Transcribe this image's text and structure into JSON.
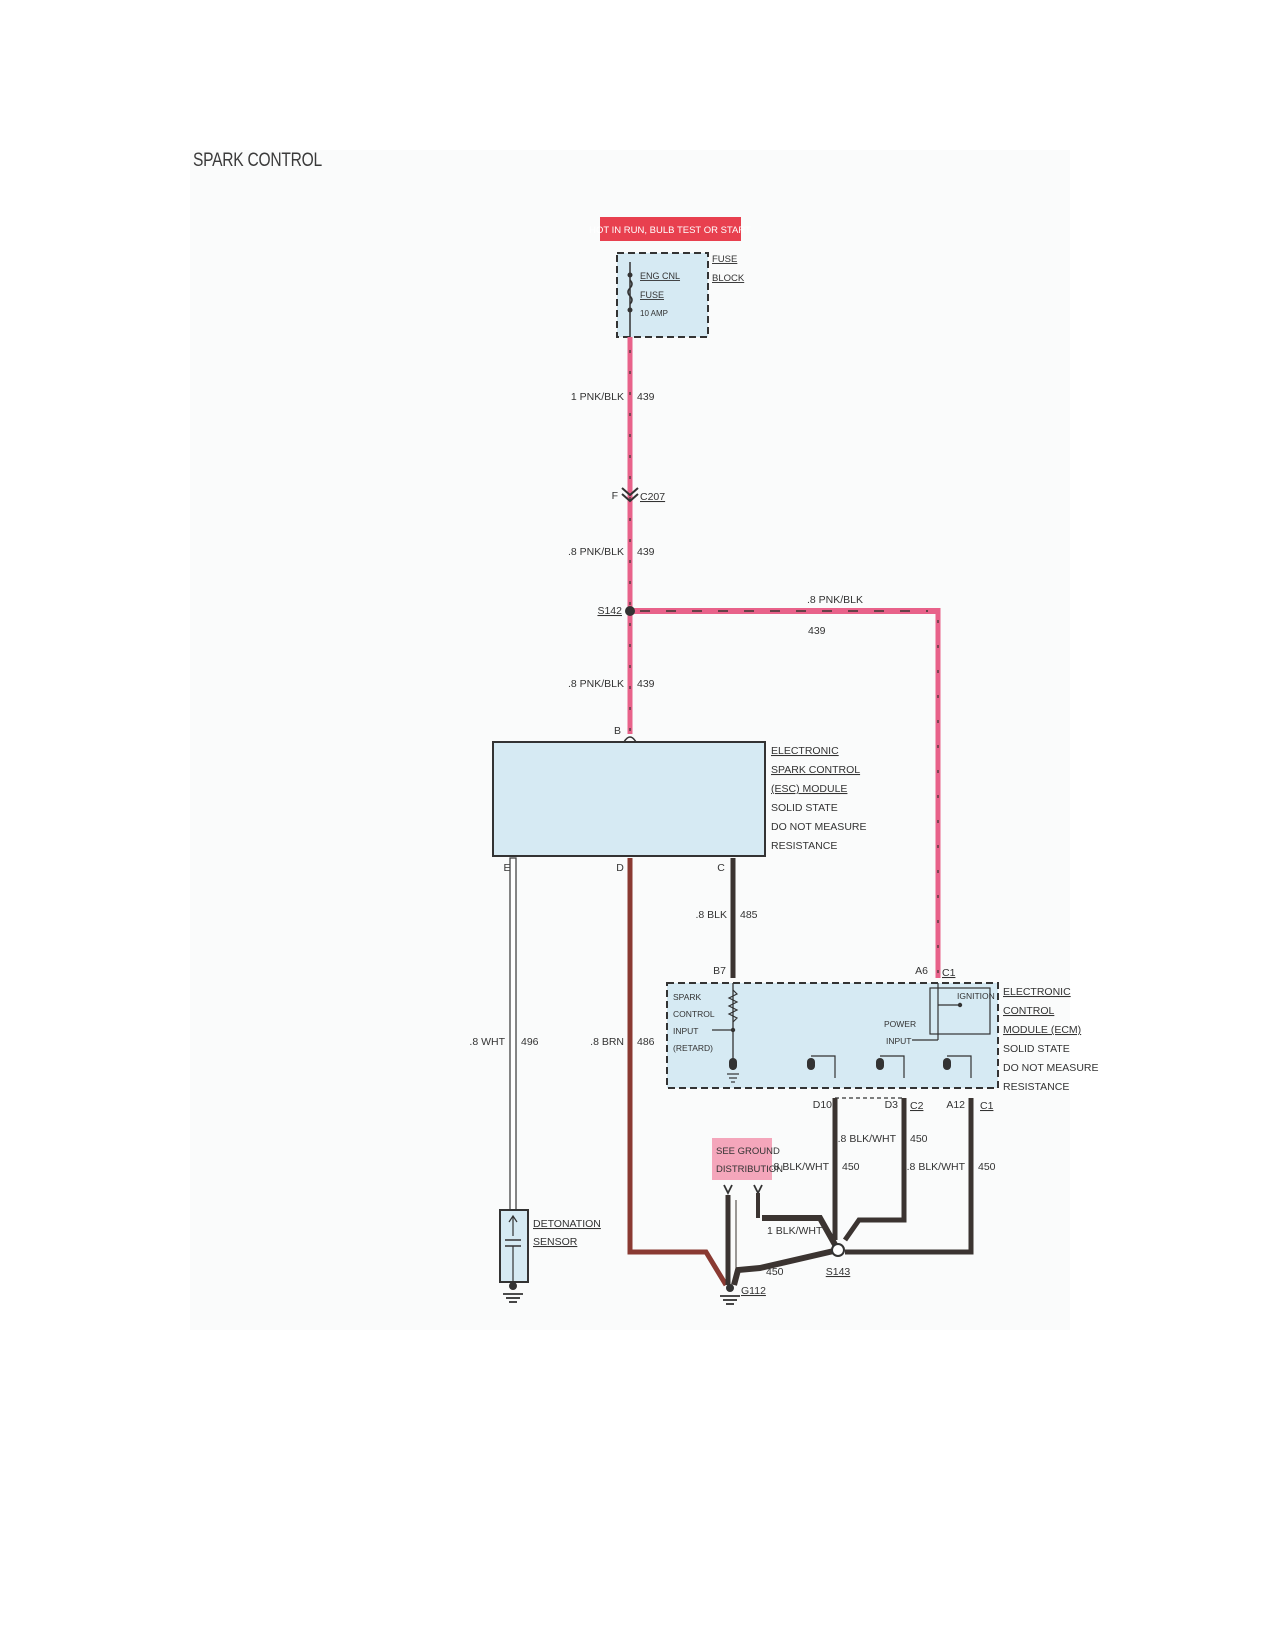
{
  "title": "SPARK CONTROL",
  "hot_banner": "HOT IN RUN, BULB TEST OR START",
  "fuse_block": {
    "label1": "FUSE",
    "label2": "BLOCK",
    "fuse_name1": "ENG CNL",
    "fuse_name2": "FUSE",
    "fuse_rating": "10 AMP"
  },
  "wires": {
    "w1": {
      "gauge": "1 PNK/BLK",
      "circuit": "439"
    },
    "w2": {
      "gauge": ".8 PNK/BLK",
      "circuit": "439"
    },
    "w3": {
      "gauge": ".8 PNK/BLK",
      "circuit": "439"
    },
    "w4": {
      "gauge": ".8 PNK/BLK",
      "circuit": "439"
    },
    "w_esc_c": {
      "gauge": ".8 BLK",
      "circuit": "485"
    },
    "w_esc_e": {
      "gauge": ".8 WHT",
      "circuit": "496"
    },
    "w_esc_d": {
      "gauge": ".8 BRN",
      "circuit": "486"
    },
    "w_d3": {
      "gauge": ".8 BLK/WHT",
      "circuit": "450"
    },
    "w_d10": {
      "gauge": ".8 BLK/WHT",
      "circuit": "450"
    },
    "w_a12": {
      "gauge": ".8 BLK/WHT",
      "circuit": "450"
    },
    "w_g": {
      "gauge": "1 BLK/WHT",
      "circuit": "450"
    }
  },
  "connector": {
    "pin": "F",
    "name": "C207"
  },
  "splices": {
    "s142": "S142",
    "s143": "S143"
  },
  "ground": "G112",
  "esc_module": {
    "lines": [
      "ELECTRONIC",
      "SPARK CONTROL",
      "(ESC) MODULE",
      "SOLID STATE",
      "DO NOT MEASURE",
      "RESISTANCE"
    ],
    "pins": {
      "b": "B",
      "c": "C",
      "d": "D",
      "e": "E"
    }
  },
  "ecm_module": {
    "lines": [
      "ELECTRONIC",
      "CONTROL",
      "MODULE (ECM)",
      "SOLID STATE",
      "DO NOT MEASURE",
      "RESISTANCE"
    ],
    "pins": {
      "b7": "B7",
      "a6": "A6",
      "c1": "C1",
      "d10": "D10",
      "d3": "D3",
      "c2": "C2",
      "a12": "A12",
      "c1b": "C1"
    },
    "spark_input": [
      "SPARK",
      "CONTROL",
      "INPUT",
      "(RETARD)"
    ],
    "power_input": [
      "POWER",
      "INPUT"
    ],
    "ignition": "IGNITION"
  },
  "see_ground": [
    "SEE GROUND",
    "DISTRIBUTION"
  ],
  "sensor": [
    "DETONATION",
    "SENSOR"
  ],
  "colors": {
    "pink": "#e8628a",
    "red_banner": "#e8404f",
    "module_fill": "#d6eaf3",
    "wire_dark": "#3b3431",
    "wire_brown": "#8a3a32"
  }
}
